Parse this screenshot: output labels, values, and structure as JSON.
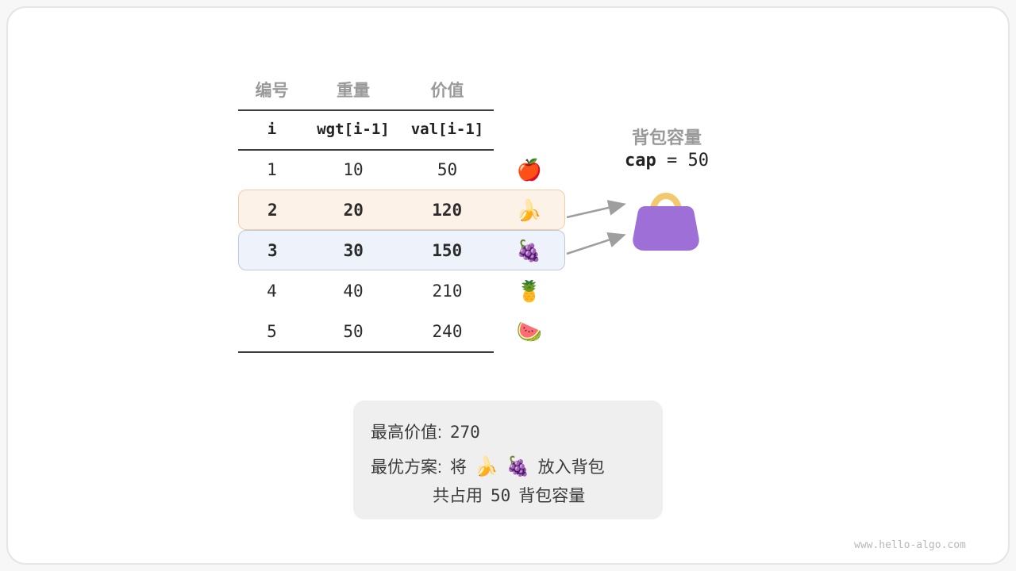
{
  "table": {
    "col_headers": [
      "编号",
      "重量",
      "价值"
    ],
    "sub_headers": [
      "i",
      "wgt[i-1]",
      "val[i-1]"
    ],
    "rows": [
      {
        "id": "1",
        "weight": "10",
        "value": "50",
        "item": "🍎"
      },
      {
        "id": "2",
        "weight": "20",
        "value": "120",
        "item": "🍌"
      },
      {
        "id": "3",
        "weight": "30",
        "value": "150",
        "item": "🍇"
      },
      {
        "id": "4",
        "weight": "40",
        "value": "210",
        "item": "🍍"
      },
      {
        "id": "5",
        "weight": "50",
        "value": "240",
        "item": "🍉"
      }
    ]
  },
  "knapsack": {
    "title": "背包容量",
    "cap_code": "cap",
    "equals": "=",
    "capacity": "50"
  },
  "result": {
    "max_value_label": "最高价值:",
    "max_value": "270",
    "plan_label": "最优方案:",
    "plan_pre": "将",
    "plan_item1": "🍌",
    "plan_item2": "🍇",
    "plan_post": "放入背包",
    "usage_pre": "共占用",
    "usage_value": "50",
    "usage_post": "背包容量"
  },
  "watermark": "www.hello-algo.com",
  "colors": {
    "highlight_orange_bg": "#fdf2e7",
    "highlight_orange_border": "#f3cda7",
    "highlight_blue_bg": "#eef2fa",
    "highlight_blue_border": "#bfc9e0",
    "bag_body": "#9e6fd6",
    "bag_handle": "#f3c96e",
    "arrow_gray": "#9e9e9e"
  }
}
